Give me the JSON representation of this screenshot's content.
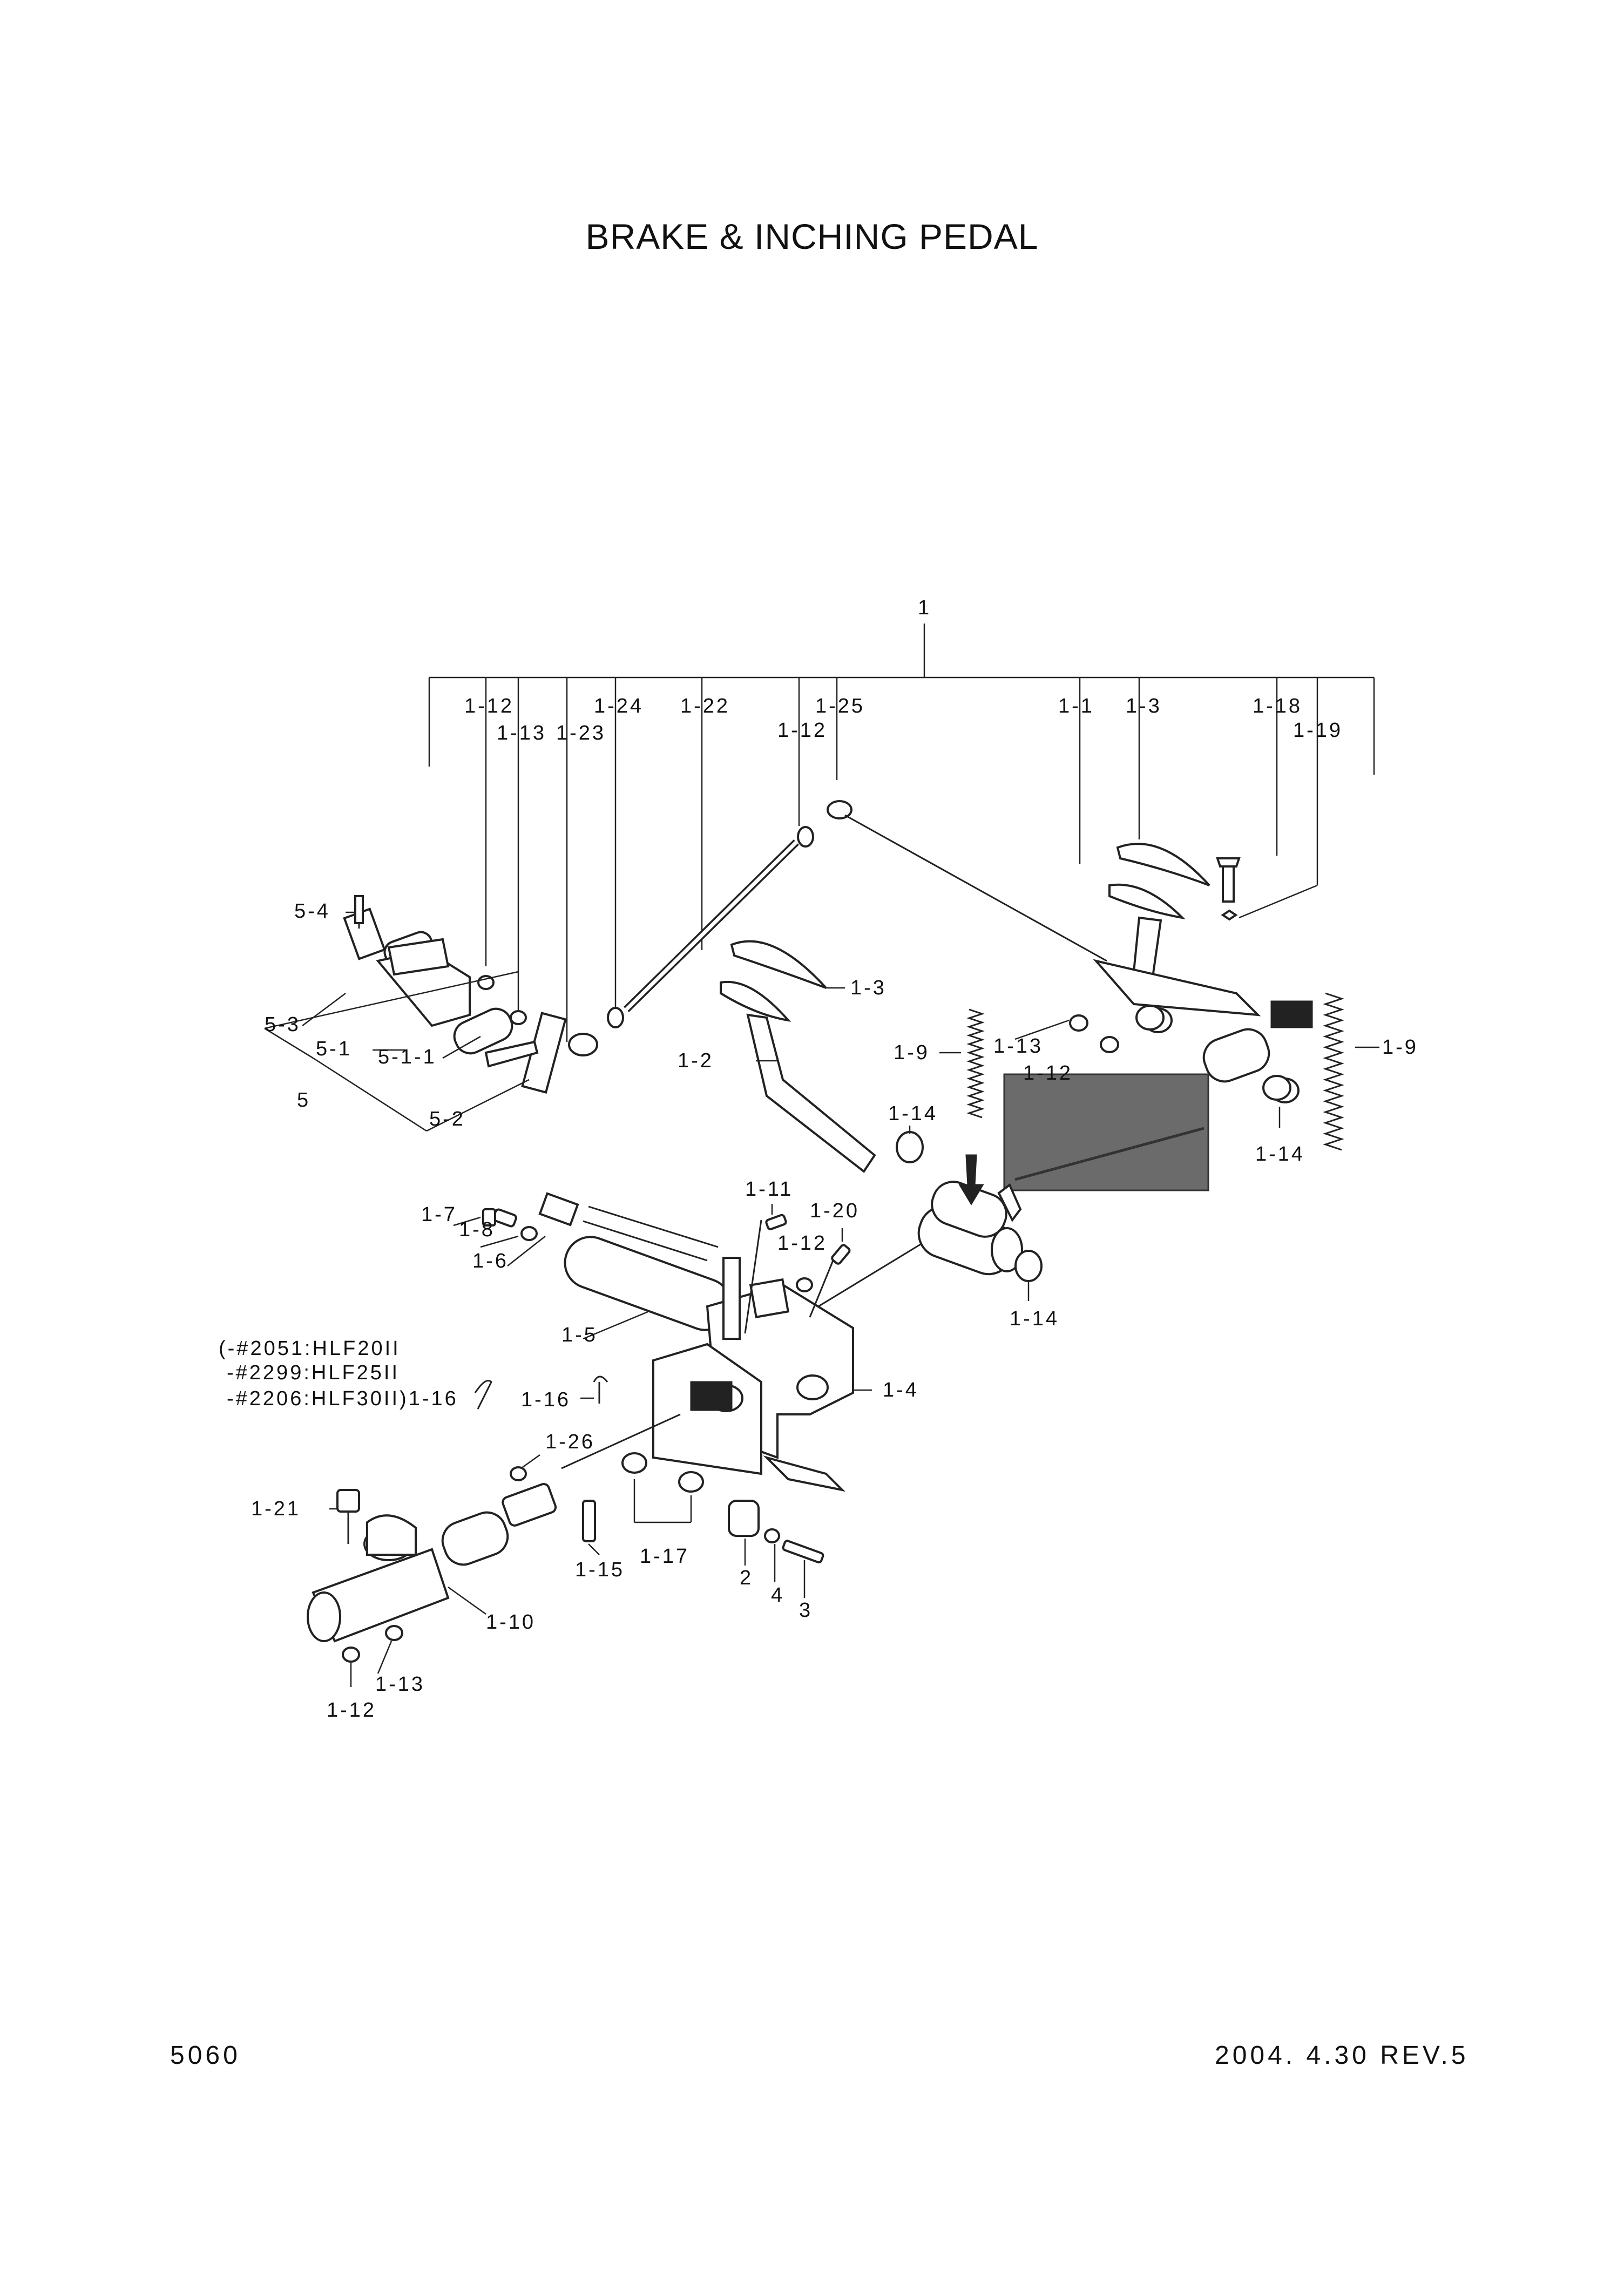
{
  "title": "BRAKE & INCHING PEDAL",
  "page_number": "5060",
  "revision": "2004. 4.30 REV.5",
  "callouts": {
    "c_1": "1",
    "c_1_12_top": "1-12",
    "c_1_13_top": "1-13",
    "c_1_23": "1-23",
    "c_1_24": "1-24",
    "c_1_22": "1-22",
    "c_1_12_mid": "1-12",
    "c_1_25": "1-25",
    "c_1_1": "1-1",
    "c_1_3_top": "1-3",
    "c_1_18": "1-18",
    "c_1_19": "1-19",
    "c_5_4": "5-4",
    "c_5_3": "5-3",
    "c_5_1": "5-1",
    "c_5_1_1": "5-1-1",
    "c_5": "5",
    "c_5_2": "5-2",
    "c_1_3_mid": "1-3",
    "c_1_2": "1-2",
    "c_1_9_left": "1-9",
    "c_1_13_right": "1-13",
    "c_1_12_right": "1-12",
    "c_1_9_right": "1-9",
    "c_1_14_left": "1-14",
    "c_1_14_right": "1-14",
    "c_1_14_bottom": "1-14",
    "c_1_7": "1-7",
    "c_1_8": "1-8",
    "c_1_6": "1-6",
    "c_1_11": "1-11",
    "c_1_20": "1-20",
    "c_1_12_lower": "1-12",
    "c_1_5": "1-5",
    "c_1_4": "1-4",
    "note_line1": "(-#2051:HLF20II",
    "note_line2": "-#2299:HLF25II",
    "note_line3": "-#2206:HLF30II)1-16",
    "c_1_16": "1-16",
    "c_1_26": "1-26",
    "c_1_21": "1-21",
    "c_1_15": "1-15",
    "c_1_17": "1-17",
    "c_2": "2",
    "c_4": "4",
    "c_3": "3",
    "c_1_10": "1-10",
    "c_1_13_bottom": "1-13",
    "c_1_12_bottom": "1-12"
  }
}
